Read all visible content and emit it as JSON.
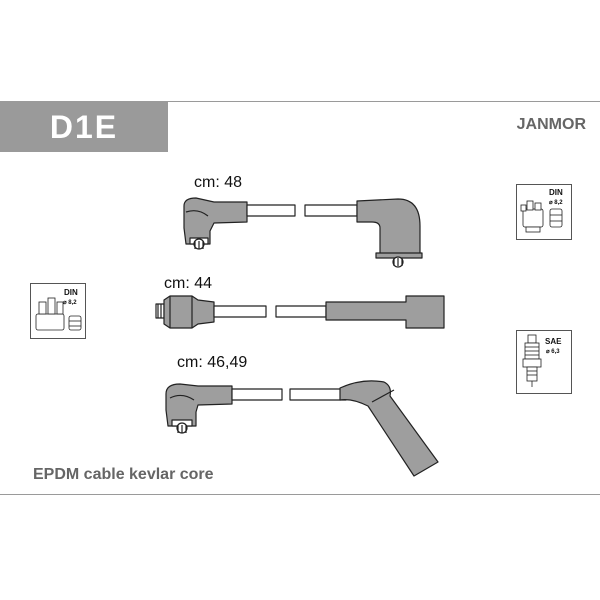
{
  "header": {
    "code": "D1E",
    "brand": "JANMOR"
  },
  "cables": [
    {
      "length_label": "cm: 48"
    },
    {
      "length_label": "cm: 44"
    },
    {
      "length_label": "cm: 46,49"
    }
  ],
  "badges": [
    {
      "standard": "DIN",
      "diameter": "⌀ 8,2",
      "icon": "distributor-cap-icon"
    },
    {
      "standard": "DIN",
      "diameter": "⌀ 8,2",
      "icon": "distributor-cap-icon"
    },
    {
      "standard": "SAE",
      "diameter": "⌀ 6,3",
      "icon": "spark-plug-icon"
    }
  ],
  "footer": {
    "text": "EPDM cable kevlar core"
  },
  "colors": {
    "frame": "#9a9a9a",
    "boot_fill": "#9e9e9e",
    "outline": "#222222",
    "header_text": "#ffffff"
  }
}
